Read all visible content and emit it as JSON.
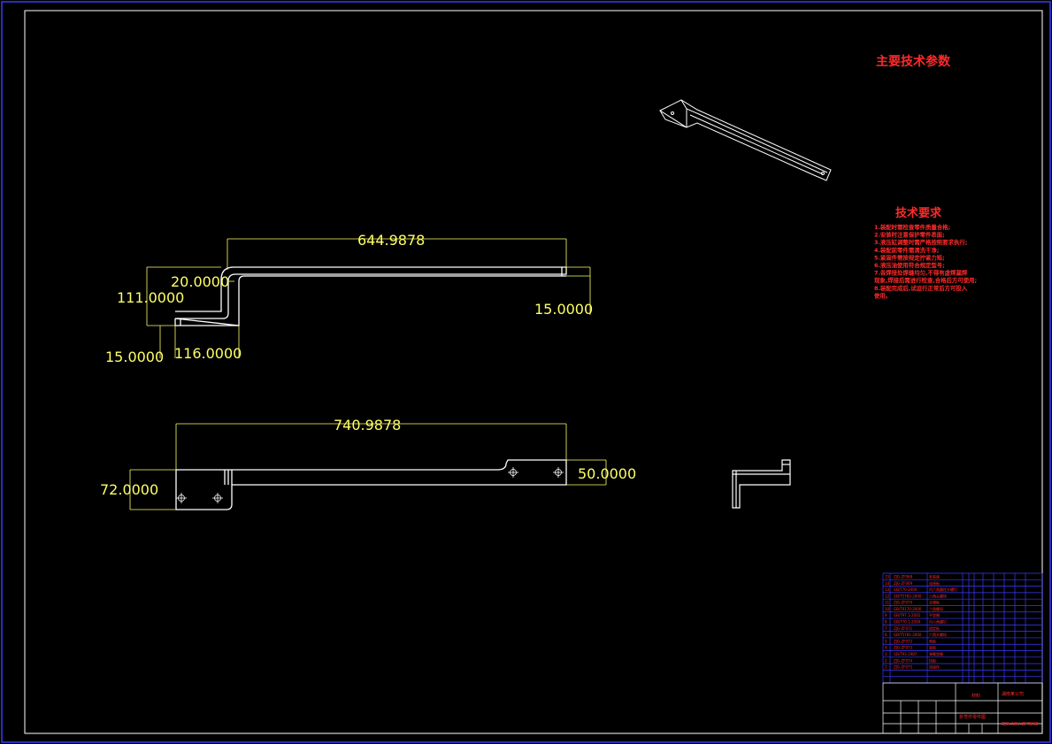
{
  "colors": {
    "background": "#000000",
    "frame": "#3a3aff",
    "outline": "#ffffff",
    "dimension": "#ffff66",
    "annotation": "#ff2a2a"
  },
  "heading_params": "主要技术参数",
  "tech_req": {
    "title": "技术要求",
    "lines": [
      "1.装配时需检查零件质量合格;",
      "2.安装时注意保护零件表面;",
      "3.液压缸调整时需严格按照要求执行;",
      "4.装配前零件需清洗干净;",
      "5.紧固件需按规定拧紧力矩;",
      "6.液压油使用符合规定型号;",
      "7.各焊接处焊缝均匀,不得有虚焊漏焊",
      "现象,焊接后需进行检查,合格后方可使用;",
      "8.装配完成后,试运行正常后方可投入",
      "使用。"
    ]
  },
  "top_view": {
    "dims": [
      "644.9878",
      "20.0000",
      "111.0000",
      "15.0000",
      "15.0000",
      "116.0000"
    ]
  },
  "bottom_view": {
    "dims": [
      "740.9878",
      "72.0000",
      "50.0000"
    ]
  },
  "title_block": {
    "material_label": "材料",
    "company": "湖南某公司",
    "drawing_title": "折弯件零件图",
    "code": "ZJG-A0U-ZF7868",
    "bom_codes": [
      "ZJG-ZF068",
      "ZJG-ZF069",
      "GB/T70-2000",
      "GB/T5783-2000",
      "ZJG-ZF070",
      "GB/T6170-2000",
      "GB/T97.1-2002",
      "GB/T70.1-2000",
      "ZJG-ZF071",
      "GB/T5781-2000",
      "ZJG-ZF072",
      "ZJG-ZF073",
      "GB/T93-1987",
      "ZJG-ZF074",
      "ZJG-ZF075"
    ],
    "bom_names": [
      "安装座",
      "连接板",
      "内六角圆柱头螺钉",
      "六角头螺栓",
      "支撑板",
      "六角螺母",
      "平垫圈",
      "内六角螺钉",
      "固定板",
      "六角头螺栓",
      "侧板",
      "底板",
      "弹簧垫圈",
      "挡板",
      "连接件"
    ]
  }
}
